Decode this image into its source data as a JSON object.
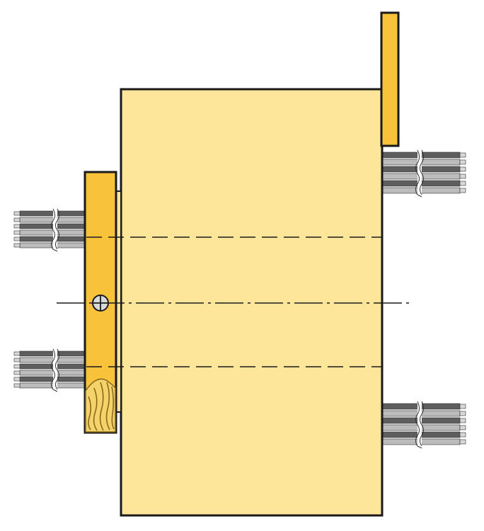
{
  "diagram": {
    "colors": {
      "background": "#ffffff",
      "main_body": "#fde59a",
      "end_plate": "#f8c33a",
      "outline": "#1a1a1a",
      "wire_dark": "#5e5e5e",
      "wire_light": "#bcbcbc",
      "wire_tip": "#d8d8d8",
      "wood_grain": "#8a6a1a",
      "wood_fill": "#f4d36a"
    },
    "components": [
      "main-body",
      "top-right-end-plate",
      "left-end-plate",
      "wire-bundle-upper-right",
      "wire-bundle-lower-right",
      "wire-bundle-upper-left",
      "wire-bundle-lower-left",
      "center-axis-line",
      "dashed-line-upper",
      "dashed-line-lower",
      "screw-head",
      "wood-grain-cutaway"
    ]
  }
}
